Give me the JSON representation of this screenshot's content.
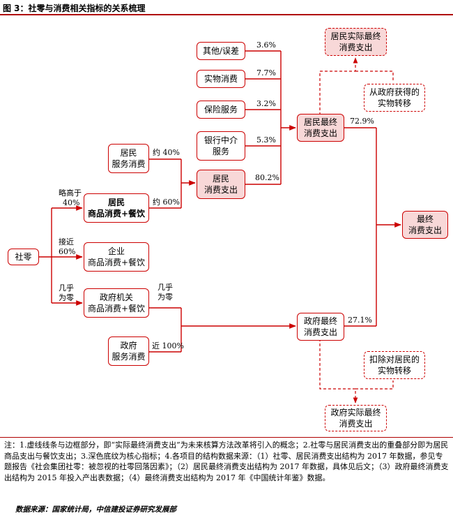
{
  "title": "图 3：社零与消费相关指标的关系梳理",
  "boxes": {
    "shelin": "社零",
    "jumin_shangpin": [
      "居民",
      "商品消费+餐饮"
    ],
    "qiye": [
      "企业",
      "商品消费+餐饮"
    ],
    "zhengfu_jiguan": [
      "政府机关",
      "商品消费+餐饮"
    ],
    "jumin_fuwu": [
      "居民",
      "服务消费"
    ],
    "zhengfu_fuwu": [
      "政府",
      "服务消费"
    ],
    "qita": "其他/误差",
    "shiwu": "实物消费",
    "baoxian": "保险服务",
    "yinhang": [
      "银行中介",
      "服务"
    ],
    "jumin_xiaofei": [
      "居民",
      "消费支出"
    ],
    "jumin_zuizhong": [
      "居民最终",
      "消费支出"
    ],
    "zhengfu_zuizhong": [
      "政府最终",
      "消费支出"
    ],
    "zuizhong": [
      "最终",
      "消费支出"
    ],
    "jumin_shiji": [
      "居民实际最终",
      "消费支出"
    ],
    "zhengfu_shiji": [
      "政府实际最终",
      "消费支出"
    ],
    "cong_zhengfu": [
      "从政府获得的",
      "实物转移"
    ],
    "kouchu": [
      "扣除对居民的",
      "实物转移"
    ]
  },
  "labels": {
    "luegao": [
      "略高于",
      "40%"
    ],
    "jiejin": [
      "接近",
      "60%"
    ],
    "jihu_wei_ling_left": [
      "几乎",
      "为零"
    ],
    "jihu_wei_ling_right": [
      "几乎",
      "为零"
    ],
    "yue40": "约 40%",
    "yue60": "约 60%",
    "jin100": "近 100%",
    "p_qita": "3.6%",
    "p_shiwu": "7.7%",
    "p_baoxian": "3.2%",
    "p_yinhang": "5.3%",
    "p_jumin": "80.2%",
    "p_729": "72.9%",
    "p_271": "27.1%"
  },
  "note": "注：1.虚线线条与边框部分，即“实际最终消费支出”为未来核算方法改革将引入的概念；2.社零与居民消费支出的重叠部分即为居民商品支出与餐饮支出；3.深色底纹为核心指标；4.各项目的结构数据来源：（1）社零、居民消费支出结构为 2017 年数据，参见专题报告《社会集团社零：被忽视的社零回落因素》；（2）居民最终消费支出结构为 2017 年数据，具体见后文；（3）政府最终消费支出结构为 2015 年投入产出表数据；（4）最终消费支出结构为 2017 年《中国统计年鉴》数据。",
  "source": "数据来源：国家统计局，中信建投证券研究发展部",
  "colors": {
    "accent": "#cc0000",
    "highlight_fill": "#f8d8d8"
  }
}
